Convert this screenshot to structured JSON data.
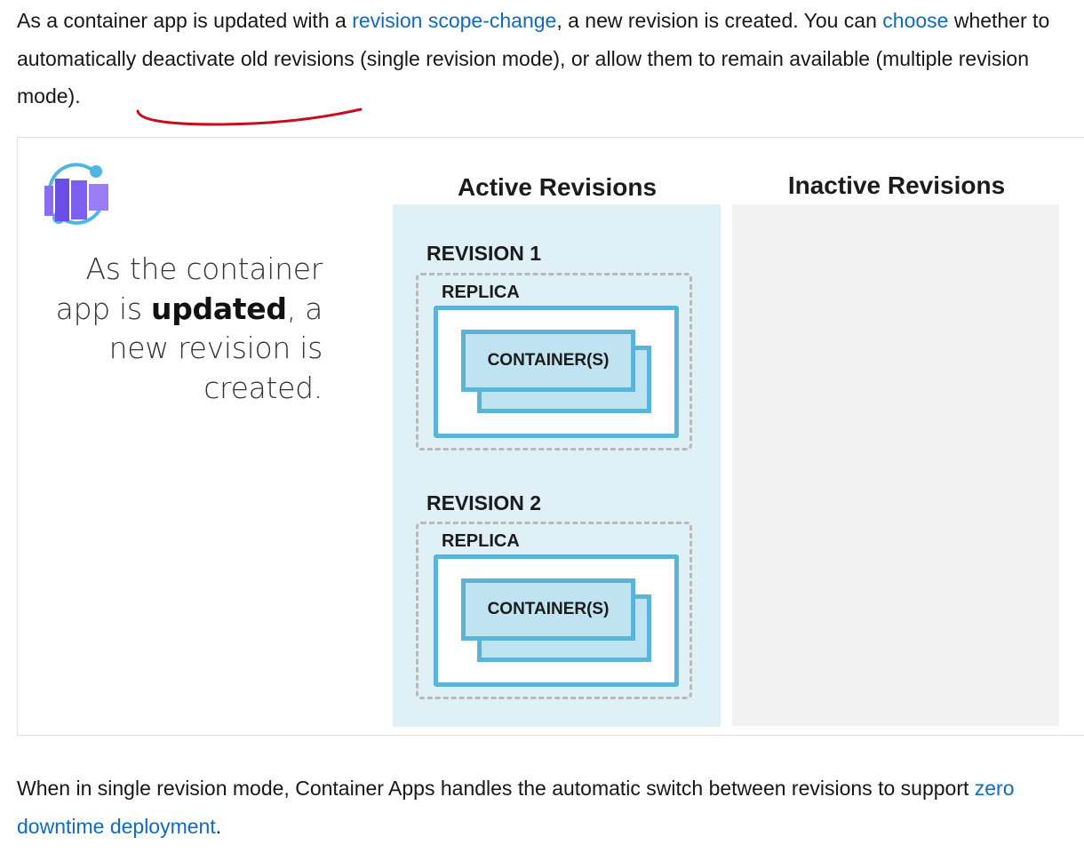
{
  "intro": {
    "t1": "As a container app is updated with a ",
    "link1": "revision scope-change",
    "t2": ", a new revision is created. You can ",
    "link2": "choose",
    "t3": " whether to automatically deactivate old revisions (single revision mode), or allow them to remain available (",
    "t4": "multiple revision mode",
    "t5": ")."
  },
  "figure": {
    "logo_icon": "container-apps-icon",
    "caption": {
      "part1": "As the container app is ",
      "bold": "updated",
      "part2": ", a new revision is created."
    },
    "active_heading": "Active Revisions",
    "inactive_heading": "Inactive Revisions",
    "revisions": [
      {
        "label": "REVISION 1",
        "replica": "REPLICA",
        "container": "CONTAINER(S)"
      },
      {
        "label": "REVISION 2",
        "replica": "REPLICA",
        "container": "CONTAINER(S)"
      }
    ],
    "colors": {
      "active_panel": "#dff0f7",
      "inactive_panel": "#f2f2f2",
      "container_border": "#5bb4d8",
      "container_fill": "#bfe3f0",
      "annotation": "#c50f1f",
      "link": "#0f6cbd"
    }
  },
  "outro": {
    "t1": "When in single revision mode, Container Apps handles the automatic switch between revisions to support ",
    "link": "zero downtime deployment",
    "t2": "."
  }
}
